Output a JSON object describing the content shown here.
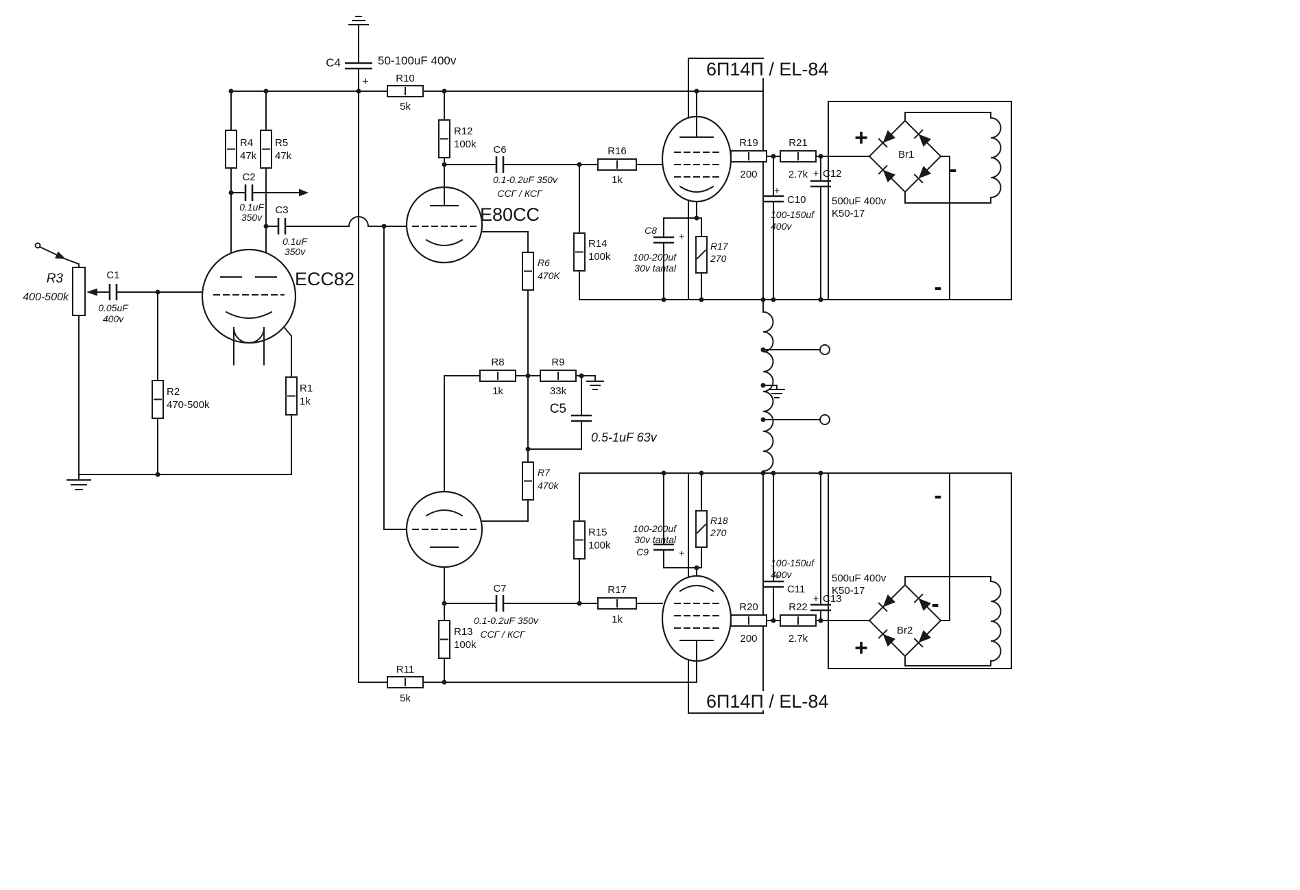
{
  "tubes": {
    "ecc82": "ECC82",
    "e80cc": "E80CC",
    "el84_top": "6П14П / EL-84",
    "el84_bottom": "6П14П / EL-84"
  },
  "bridges": {
    "br1": "Br1",
    "br2": "Br2"
  },
  "marks": {
    "plus": "+",
    "minus": "-"
  },
  "r": {
    "r1": {
      "n": "R1",
      "v": "1k"
    },
    "r2": {
      "n": "R2",
      "v": "470-500k"
    },
    "r3": {
      "n": "R3",
      "v": "400-500k"
    },
    "r4": {
      "n": "R4",
      "v": "47k"
    },
    "r5": {
      "n": "R5",
      "v": "47k"
    },
    "r6": {
      "n": "R6",
      "v": "470K"
    },
    "r7": {
      "n": "R7",
      "v": "470k"
    },
    "r8": {
      "n": "R8",
      "v": "1k"
    },
    "r9": {
      "n": "R9",
      "v": "33k"
    },
    "r10": {
      "n": "R10",
      "v": "5k"
    },
    "r11": {
      "n": "R11",
      "v": "5k"
    },
    "r12": {
      "n": "R12",
      "v": "100k"
    },
    "r13": {
      "n": "R13",
      "v": "100k"
    },
    "r14": {
      "n": "R14",
      "v": "100k"
    },
    "r15": {
      "n": "R15",
      "v": "100k"
    },
    "r16": {
      "n": "R16",
      "v": "1k"
    },
    "r17_cathode": {
      "n": "R17",
      "v": "270"
    },
    "r17_grid": {
      "n": "R17",
      "v": "1k"
    },
    "r18": {
      "n": "R18",
      "v": "270"
    },
    "r19": {
      "n": "R19",
      "v": "200"
    },
    "r20": {
      "n": "R20",
      "v": "200"
    },
    "r21": {
      "n": "R21",
      "v": "2.7k"
    },
    "r22": {
      "n": "R22",
      "v": "2.7k"
    }
  },
  "c": {
    "c1": {
      "n": "C1",
      "v1": "0.05uF",
      "v2": "400v"
    },
    "c2": {
      "n": "C2",
      "v1": "0.1uF",
      "v2": "350v"
    },
    "c3": {
      "n": "C3",
      "v1": "0.1uF",
      "v2": "350v"
    },
    "c4": {
      "n": "C4",
      "v": "50-100uF 400v"
    },
    "c5": {
      "n": "C5",
      "v": "0.5-1uF 63v"
    },
    "c6": {
      "n": "C6",
      "v1": "0.1-0.2uF 350v",
      "v2": "ССГ / КСГ"
    },
    "c7": {
      "n": "C7",
      "v1": "0.1-0.2uF 350v",
      "v2": "ССГ / КСГ"
    },
    "c8": {
      "n": "C8",
      "v1": "100-200uf",
      "v2": "30v tantal"
    },
    "c9": {
      "n": "C9",
      "v1": "100-200uf",
      "v2": "30v tantal"
    },
    "c10": {
      "n": "C10",
      "v1": "100-150uf",
      "v2": "400v"
    },
    "c11": {
      "n": "C11",
      "v1": "100-150uf",
      "v2": "400v"
    },
    "c12": {
      "n": "C12",
      "v1": "500uF 400v",
      "v2": "K50-17"
    },
    "c13": {
      "n": "C13",
      "v1": "500uF 400v",
      "v2": "K50-17"
    }
  }
}
